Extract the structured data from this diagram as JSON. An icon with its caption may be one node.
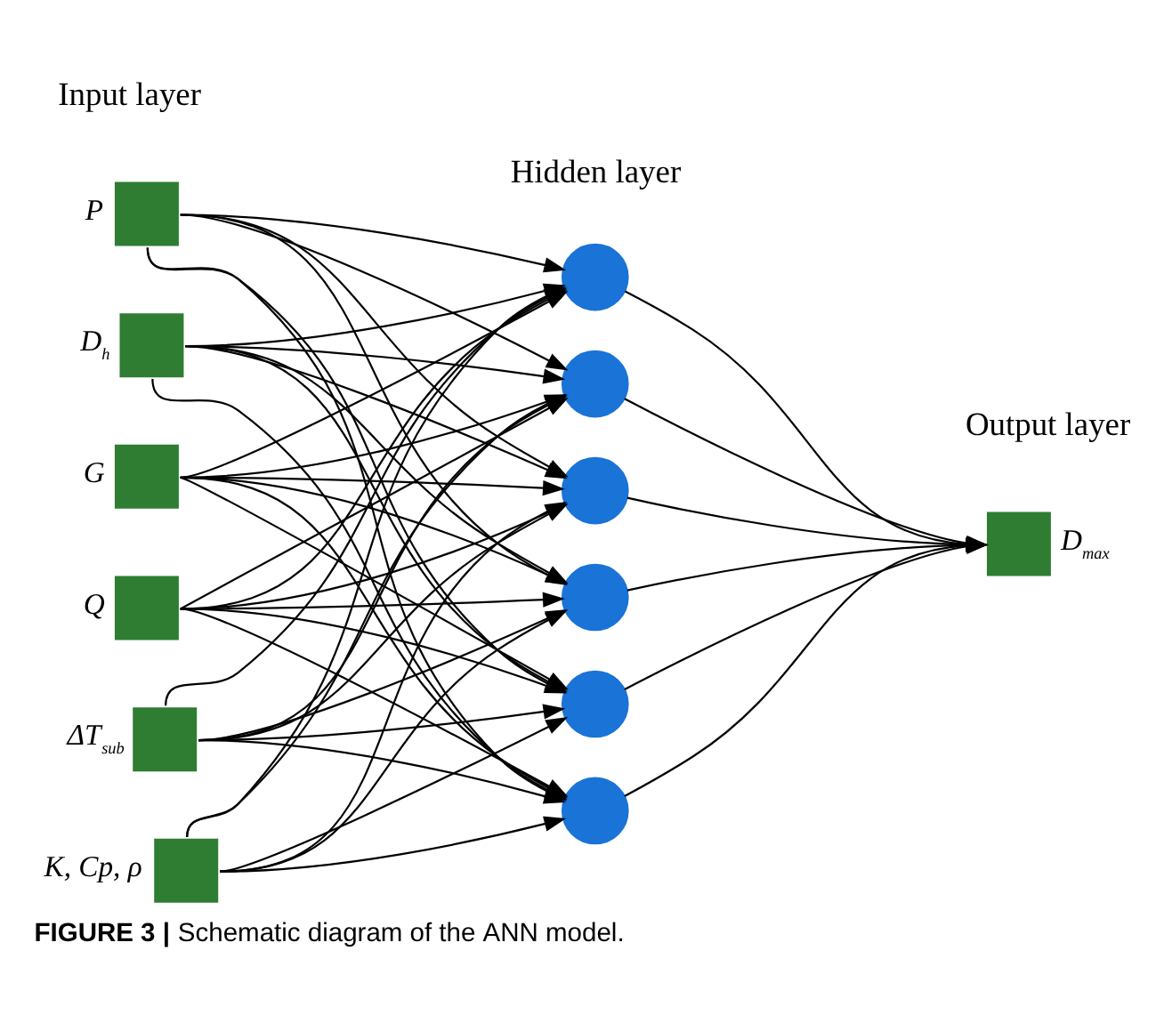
{
  "diagram": {
    "caption": "**FIGURE 3 |** Schematic diagram of the ANN model.",
    "nodes": [
      {
        "text": [],
        "shape": "box",
        "beside": [
          "P"
        ]
      },
      {
        "text": [],
        "shape": "box",
        "beside": [
          "D$_{h}$"
        ]
      },
      {
        "text": [],
        "shape": "box",
        "beside": [
          "G"
        ]
      },
      {
        "text": [],
        "shape": "box",
        "beside": [
          "Q"
        ]
      },
      {
        "text": [],
        "shape": "box",
        "beside": [
          "ΔT$_{sub}$"
        ]
      },
      {
        "text": [],
        "shape": "box",
        "beside": [
          "K, Cp, ρ"
        ]
      },
      {
        "text": [],
        "shape": "circle"
      },
      {
        "text": [],
        "shape": "circle"
      },
      {
        "text": [],
        "shape": "circle"
      },
      {
        "text": [],
        "shape": "circle"
      },
      {
        "text": [],
        "shape": "circle"
      },
      {
        "text": [],
        "shape": "circle"
      },
      {
        "text": [],
        "shape": "box",
        "beside": [
          "D$_{max}$"
        ]
      }
    ],
    "edges": [
      {
        "from": 0,
        "to": 6,
        "arrow": "to"
      },
      {
        "from": 0,
        "to": 7,
        "arrow": "to"
      },
      {
        "from": 0,
        "to": 8,
        "arrow": "to"
      },
      {
        "from": 0,
        "to": 9,
        "arrow": "to"
      },
      {
        "from": 0,
        "to": 10,
        "arrow": "to"
      },
      {
        "from": 0,
        "to": 11,
        "arrow": "to"
      },
      {
        "from": 1,
        "to": 6,
        "arrow": "to"
      },
      {
        "from": 1,
        "to": 7,
        "arrow": "to"
      },
      {
        "from": 1,
        "to": 8,
        "arrow": "to"
      },
      {
        "from": 1,
        "to": 9,
        "arrow": "to"
      },
      {
        "from": 1,
        "to": 10,
        "arrow": "to"
      },
      {
        "from": 1,
        "to": 11,
        "arrow": "to"
      },
      {
        "from": 2,
        "to": 6,
        "arrow": "to"
      },
      {
        "from": 2,
        "to": 7,
        "arrow": "to"
      },
      {
        "from": 2,
        "to": 8,
        "arrow": "to"
      },
      {
        "from": 2,
        "to": 9,
        "arrow": "to"
      },
      {
        "from": 2,
        "to": 10,
        "arrow": "to"
      },
      {
        "from": 2,
        "to": 11,
        "arrow": "to"
      },
      {
        "from": 3,
        "to": 6,
        "arrow": "to"
      },
      {
        "from": 3,
        "to": 7,
        "arrow": "to"
      },
      {
        "from": 3,
        "to": 8,
        "arrow": "to"
      },
      {
        "from": 3,
        "to": 9,
        "arrow": "to"
      },
      {
        "from": 3,
        "to": 10,
        "arrow": "to"
      },
      {
        "from": 3,
        "to": 11,
        "arrow": "to"
      },
      {
        "from": 4,
        "to": 6,
        "arrow": "to"
      },
      {
        "from": 4,
        "to": 7,
        "arrow": "to"
      },
      {
        "from": 4,
        "to": 8,
        "arrow": "to"
      },
      {
        "from": 4,
        "to": 9,
        "arrow": "to"
      },
      {
        "from": 4,
        "to": 10,
        "arrow": "to"
      },
      {
        "from": 4,
        "to": 11,
        "arrow": "to"
      },
      {
        "from": 5,
        "to": 6,
        "arrow": "to"
      },
      {
        "from": 5,
        "to": 7,
        "arrow": "to"
      },
      {
        "from": 5,
        "to": 8,
        "arrow": "to"
      },
      {
        "from": 5,
        "to": 9,
        "arrow": "to"
      },
      {
        "from": 5,
        "to": 10,
        "arrow": "to"
      },
      {
        "from": 5,
        "to": 11,
        "arrow": "to"
      },
      {
        "from": 6,
        "to": 12,
        "arrow": "to"
      },
      {
        "from": 7,
        "to": 12,
        "arrow": "to"
      },
      {
        "from": 8,
        "to": 12,
        "arrow": "to"
      },
      {
        "from": 9,
        "to": 12,
        "arrow": "to"
      },
      {
        "from": 10,
        "to": 12,
        "arrow": "to"
      },
      {
        "from": 11,
        "to": 12,
        "arrow": "to"
      }
    ],
    "labels": [
      "Input layer",
      "Hidden layer",
      "Output layer"
    ]
  }
}
